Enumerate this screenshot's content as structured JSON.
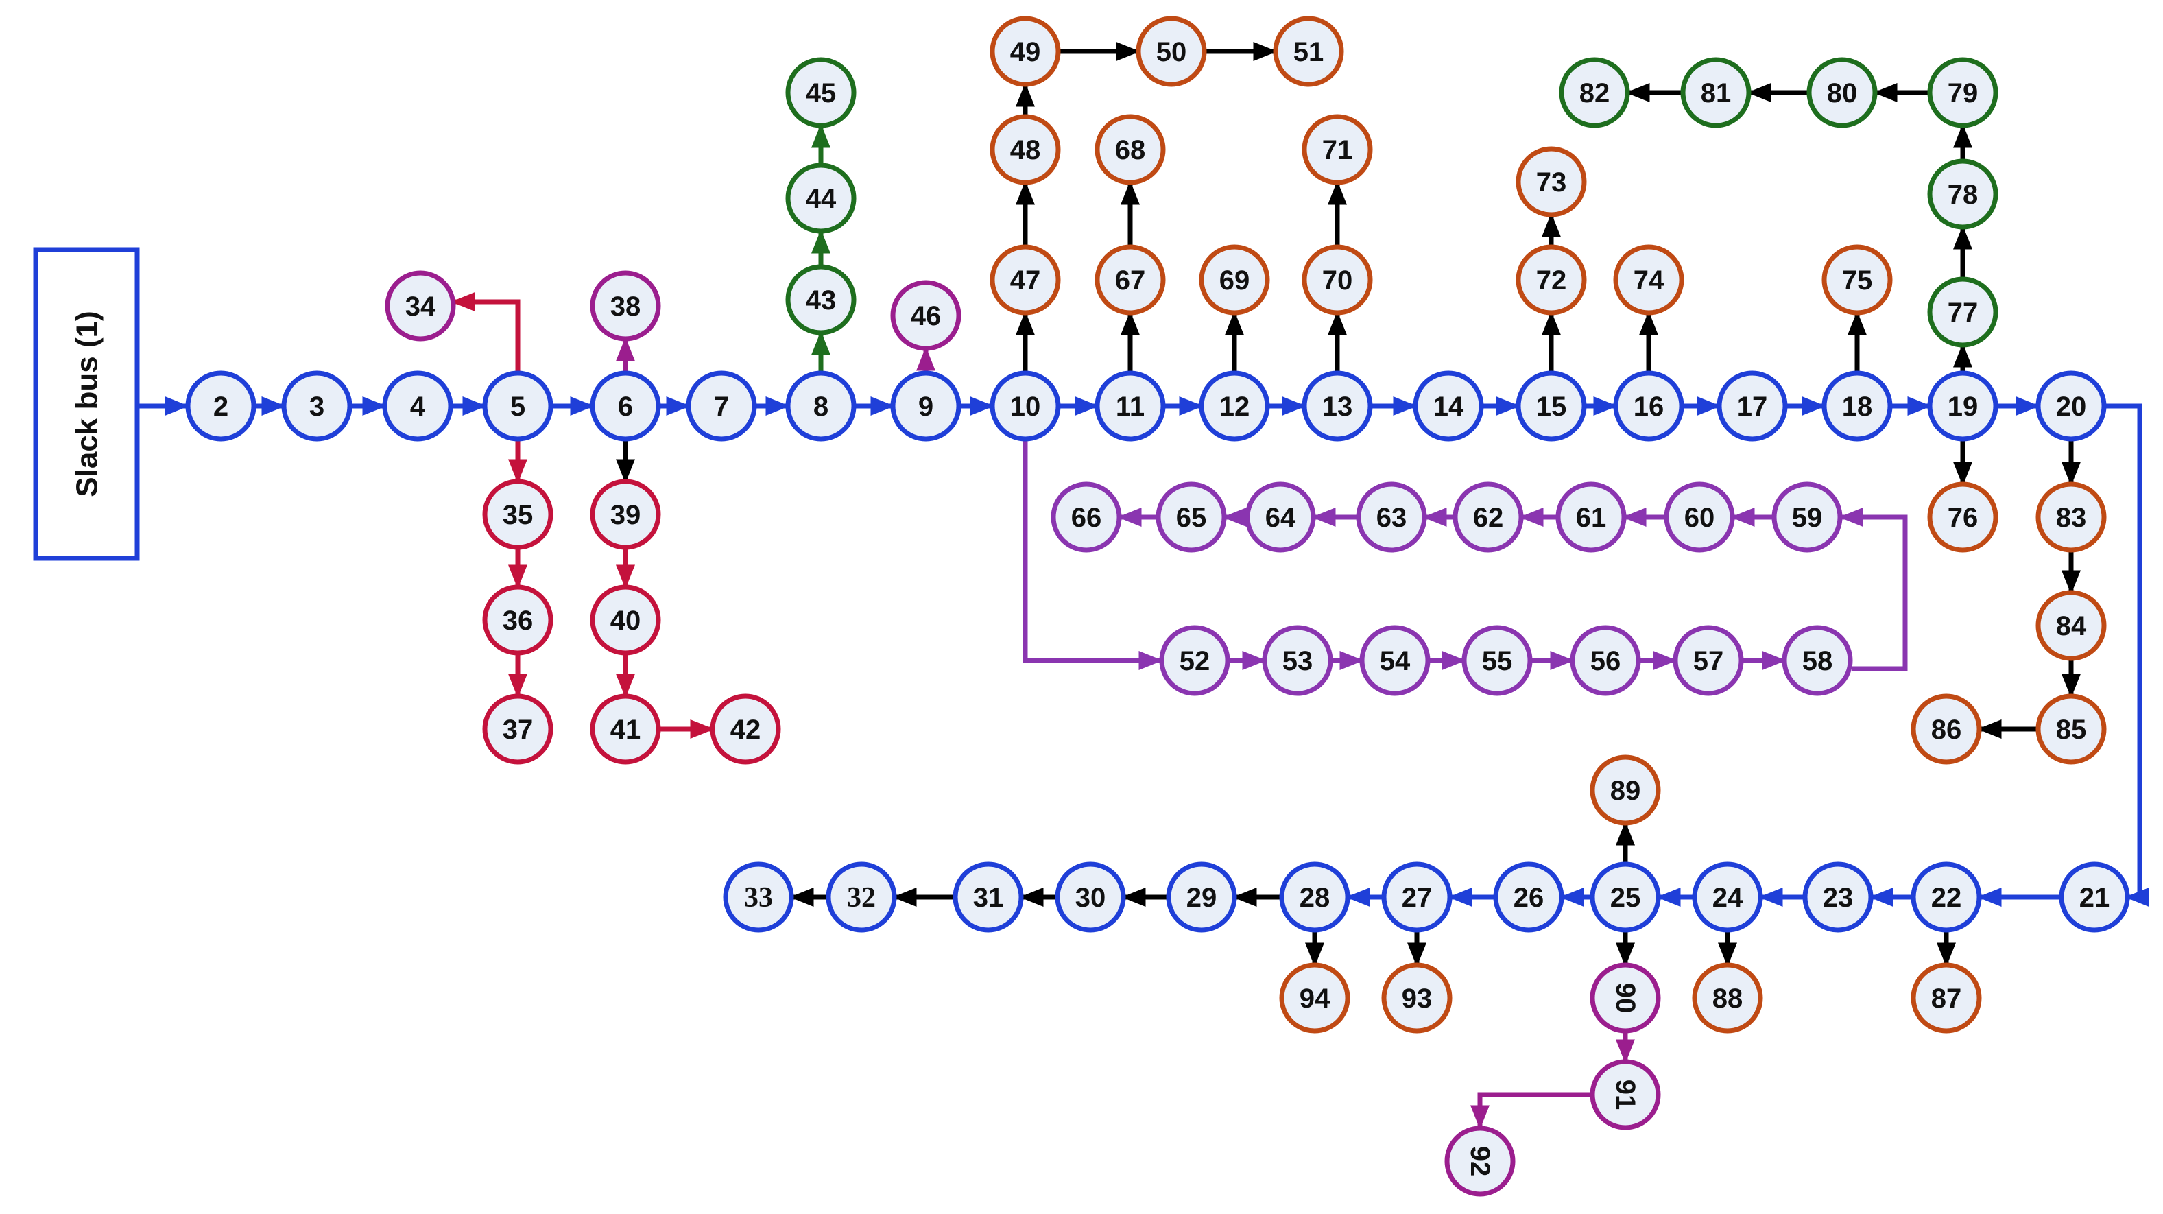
{
  "colors": {
    "blue": "#1f3fd8",
    "red": "#c4123c",
    "magenta": "#9b1e8e",
    "green": "#1e6e1e",
    "orange": "#c04a14",
    "purple": "#8a35b0",
    "black": "#000000",
    "node_fill": "#e9eff8"
  },
  "slack_bus": {
    "label": "Slack bus (1)",
    "color": "blue"
  },
  "nodes": [
    {
      "id": "2",
      "color": "blue"
    },
    {
      "id": "3",
      "color": "blue"
    },
    {
      "id": "4",
      "color": "blue"
    },
    {
      "id": "5",
      "color": "blue"
    },
    {
      "id": "6",
      "color": "blue"
    },
    {
      "id": "7",
      "color": "blue"
    },
    {
      "id": "8",
      "color": "blue"
    },
    {
      "id": "9",
      "color": "blue"
    },
    {
      "id": "10",
      "color": "blue"
    },
    {
      "id": "11",
      "color": "blue"
    },
    {
      "id": "12",
      "color": "blue"
    },
    {
      "id": "13",
      "color": "blue"
    },
    {
      "id": "14",
      "color": "blue"
    },
    {
      "id": "15",
      "color": "blue"
    },
    {
      "id": "16",
      "color": "blue"
    },
    {
      "id": "17",
      "color": "blue"
    },
    {
      "id": "18",
      "color": "blue"
    },
    {
      "id": "19",
      "color": "blue"
    },
    {
      "id": "20",
      "color": "blue"
    },
    {
      "id": "21",
      "color": "blue"
    },
    {
      "id": "22",
      "color": "blue"
    },
    {
      "id": "23",
      "color": "blue"
    },
    {
      "id": "24",
      "color": "blue"
    },
    {
      "id": "25",
      "color": "blue"
    },
    {
      "id": "26",
      "color": "blue"
    },
    {
      "id": "27",
      "color": "blue"
    },
    {
      "id": "28",
      "color": "blue"
    },
    {
      "id": "29",
      "color": "blue"
    },
    {
      "id": "30",
      "color": "blue"
    },
    {
      "id": "31",
      "color": "blue"
    },
    {
      "id": "32",
      "color": "blue",
      "serif": true
    },
    {
      "id": "33",
      "color": "blue",
      "serif": true
    },
    {
      "id": "34",
      "color": "magenta"
    },
    {
      "id": "35",
      "color": "red"
    },
    {
      "id": "36",
      "color": "red"
    },
    {
      "id": "37",
      "color": "red"
    },
    {
      "id": "38",
      "color": "magenta"
    },
    {
      "id": "39",
      "color": "red"
    },
    {
      "id": "40",
      "color": "red"
    },
    {
      "id": "41",
      "color": "red"
    },
    {
      "id": "42",
      "color": "red"
    },
    {
      "id": "43",
      "color": "green"
    },
    {
      "id": "44",
      "color": "green"
    },
    {
      "id": "45",
      "color": "green"
    },
    {
      "id": "46",
      "color": "magenta"
    },
    {
      "id": "47",
      "color": "orange"
    },
    {
      "id": "48",
      "color": "orange"
    },
    {
      "id": "49",
      "color": "orange"
    },
    {
      "id": "50",
      "color": "orange"
    },
    {
      "id": "51",
      "color": "orange"
    },
    {
      "id": "52",
      "color": "purple"
    },
    {
      "id": "53",
      "color": "purple"
    },
    {
      "id": "54",
      "color": "purple"
    },
    {
      "id": "55",
      "color": "purple"
    },
    {
      "id": "56",
      "color": "purple"
    },
    {
      "id": "57",
      "color": "purple"
    },
    {
      "id": "58",
      "color": "purple"
    },
    {
      "id": "59",
      "color": "purple"
    },
    {
      "id": "60",
      "color": "purple"
    },
    {
      "id": "61",
      "color": "purple"
    },
    {
      "id": "62",
      "color": "purple"
    },
    {
      "id": "63",
      "color": "purple"
    },
    {
      "id": "64",
      "color": "purple"
    },
    {
      "id": "65",
      "color": "purple"
    },
    {
      "id": "66",
      "color": "purple"
    },
    {
      "id": "67",
      "color": "orange"
    },
    {
      "id": "68",
      "color": "orange"
    },
    {
      "id": "69",
      "color": "orange"
    },
    {
      "id": "70",
      "color": "orange"
    },
    {
      "id": "71",
      "color": "orange"
    },
    {
      "id": "72",
      "color": "orange"
    },
    {
      "id": "73",
      "color": "orange"
    },
    {
      "id": "74",
      "color": "orange"
    },
    {
      "id": "75",
      "color": "orange"
    },
    {
      "id": "76",
      "color": "orange"
    },
    {
      "id": "77",
      "color": "green"
    },
    {
      "id": "78",
      "color": "green"
    },
    {
      "id": "79",
      "color": "green"
    },
    {
      "id": "80",
      "color": "green"
    },
    {
      "id": "81",
      "color": "green"
    },
    {
      "id": "82",
      "color": "green"
    },
    {
      "id": "83",
      "color": "orange"
    },
    {
      "id": "84",
      "color": "orange"
    },
    {
      "id": "85",
      "color": "orange"
    },
    {
      "id": "86",
      "color": "orange"
    },
    {
      "id": "87",
      "color": "orange"
    },
    {
      "id": "88",
      "color": "orange"
    },
    {
      "id": "89",
      "color": "orange"
    },
    {
      "id": "90",
      "color": "magenta",
      "rotated": true
    },
    {
      "id": "91",
      "color": "magenta",
      "rotated": true
    },
    {
      "id": "92",
      "color": "magenta",
      "rotated": true
    },
    {
      "id": "93",
      "color": "orange"
    },
    {
      "id": "94",
      "color": "orange"
    }
  ],
  "edges": [
    {
      "from": "1",
      "to": "2",
      "color": "blue"
    },
    {
      "from": "2",
      "to": "3",
      "color": "blue"
    },
    {
      "from": "3",
      "to": "4",
      "color": "blue"
    },
    {
      "from": "4",
      "to": "5",
      "color": "blue"
    },
    {
      "from": "5",
      "to": "6",
      "color": "blue"
    },
    {
      "from": "6",
      "to": "7",
      "color": "blue"
    },
    {
      "from": "7",
      "to": "8",
      "color": "blue"
    },
    {
      "from": "8",
      "to": "9",
      "color": "blue"
    },
    {
      "from": "9",
      "to": "10",
      "color": "blue"
    },
    {
      "from": "10",
      "to": "11",
      "color": "blue"
    },
    {
      "from": "11",
      "to": "12",
      "color": "blue"
    },
    {
      "from": "12",
      "to": "13",
      "color": "blue"
    },
    {
      "from": "13",
      "to": "14",
      "color": "blue"
    },
    {
      "from": "14",
      "to": "15",
      "color": "blue"
    },
    {
      "from": "15",
      "to": "16",
      "color": "blue"
    },
    {
      "from": "16",
      "to": "17",
      "color": "blue"
    },
    {
      "from": "17",
      "to": "18",
      "color": "blue"
    },
    {
      "from": "18",
      "to": "19",
      "color": "blue"
    },
    {
      "from": "19",
      "to": "20",
      "color": "blue"
    },
    {
      "from": "20",
      "to": "21",
      "color": "blue"
    },
    {
      "from": "21",
      "to": "22",
      "color": "blue"
    },
    {
      "from": "22",
      "to": "23",
      "color": "blue"
    },
    {
      "from": "23",
      "to": "24",
      "color": "blue"
    },
    {
      "from": "24",
      "to": "25",
      "color": "blue"
    },
    {
      "from": "25",
      "to": "26",
      "color": "blue"
    },
    {
      "from": "26",
      "to": "27",
      "color": "blue"
    },
    {
      "from": "27",
      "to": "28",
      "color": "blue"
    },
    {
      "from": "28",
      "to": "29",
      "color": "black"
    },
    {
      "from": "29",
      "to": "30",
      "color": "black"
    },
    {
      "from": "30",
      "to": "31",
      "color": "black"
    },
    {
      "from": "31",
      "to": "32",
      "color": "black"
    },
    {
      "from": "32",
      "to": "33",
      "color": "black"
    },
    {
      "from": "5",
      "to": "34",
      "color": "red"
    },
    {
      "from": "5",
      "to": "35",
      "color": "red"
    },
    {
      "from": "35",
      "to": "36",
      "color": "red"
    },
    {
      "from": "36",
      "to": "37",
      "color": "red"
    },
    {
      "from": "6",
      "to": "38",
      "color": "magenta"
    },
    {
      "from": "6",
      "to": "39",
      "color": "black"
    },
    {
      "from": "39",
      "to": "40",
      "color": "red"
    },
    {
      "from": "40",
      "to": "41",
      "color": "red"
    },
    {
      "from": "41",
      "to": "42",
      "color": "red"
    },
    {
      "from": "8",
      "to": "43",
      "color": "green"
    },
    {
      "from": "43",
      "to": "44",
      "color": "green"
    },
    {
      "from": "44",
      "to": "45",
      "color": "green"
    },
    {
      "from": "9",
      "to": "46",
      "color": "magenta"
    },
    {
      "from": "10",
      "to": "47",
      "color": "black"
    },
    {
      "from": "47",
      "to": "48",
      "color": "black"
    },
    {
      "from": "48",
      "to": "49",
      "color": "black"
    },
    {
      "from": "49",
      "to": "50",
      "color": "black"
    },
    {
      "from": "50",
      "to": "51",
      "color": "black"
    },
    {
      "from": "10",
      "to": "52",
      "color": "purple"
    },
    {
      "from": "52",
      "to": "53",
      "color": "purple"
    },
    {
      "from": "53",
      "to": "54",
      "color": "purple"
    },
    {
      "from": "54",
      "to": "55",
      "color": "purple"
    },
    {
      "from": "55",
      "to": "56",
      "color": "purple"
    },
    {
      "from": "56",
      "to": "57",
      "color": "purple"
    },
    {
      "from": "57",
      "to": "58",
      "color": "purple"
    },
    {
      "from": "58",
      "to": "59",
      "color": "purple"
    },
    {
      "from": "59",
      "to": "60",
      "color": "purple"
    },
    {
      "from": "60",
      "to": "61",
      "color": "purple"
    },
    {
      "from": "61",
      "to": "62",
      "color": "purple"
    },
    {
      "from": "62",
      "to": "63",
      "color": "purple"
    },
    {
      "from": "63",
      "to": "64",
      "color": "purple"
    },
    {
      "from": "64",
      "to": "65",
      "color": "purple"
    },
    {
      "from": "65",
      "to": "66",
      "color": "purple"
    },
    {
      "from": "11",
      "to": "67",
      "color": "black"
    },
    {
      "from": "67",
      "to": "68",
      "color": "black"
    },
    {
      "from": "12",
      "to": "69",
      "color": "black"
    },
    {
      "from": "13",
      "to": "70",
      "color": "black"
    },
    {
      "from": "70",
      "to": "71",
      "color": "black"
    },
    {
      "from": "15",
      "to": "72",
      "color": "black"
    },
    {
      "from": "72",
      "to": "73",
      "color": "black"
    },
    {
      "from": "16",
      "to": "74",
      "color": "black"
    },
    {
      "from": "18",
      "to": "75",
      "color": "black"
    },
    {
      "from": "19",
      "to": "76",
      "color": "black"
    },
    {
      "from": "19",
      "to": "77",
      "color": "black"
    },
    {
      "from": "77",
      "to": "78",
      "color": "black"
    },
    {
      "from": "78",
      "to": "79",
      "color": "black"
    },
    {
      "from": "79",
      "to": "80",
      "color": "black"
    },
    {
      "from": "80",
      "to": "81",
      "color": "black"
    },
    {
      "from": "81",
      "to": "82",
      "color": "black"
    },
    {
      "from": "20",
      "to": "83",
      "color": "black"
    },
    {
      "from": "83",
      "to": "84",
      "color": "black"
    },
    {
      "from": "84",
      "to": "85",
      "color": "black"
    },
    {
      "from": "85",
      "to": "86",
      "color": "black"
    },
    {
      "from": "22",
      "to": "87",
      "color": "black"
    },
    {
      "from": "24",
      "to": "88",
      "color": "black"
    },
    {
      "from": "25",
      "to": "89",
      "color": "black"
    },
    {
      "from": "25",
      "to": "90",
      "color": "black"
    },
    {
      "from": "90",
      "to": "91",
      "color": "magenta"
    },
    {
      "from": "91",
      "to": "92",
      "color": "magenta"
    },
    {
      "from": "27",
      "to": "93",
      "color": "black"
    },
    {
      "from": "28",
      "to": "94",
      "color": "black"
    }
  ]
}
